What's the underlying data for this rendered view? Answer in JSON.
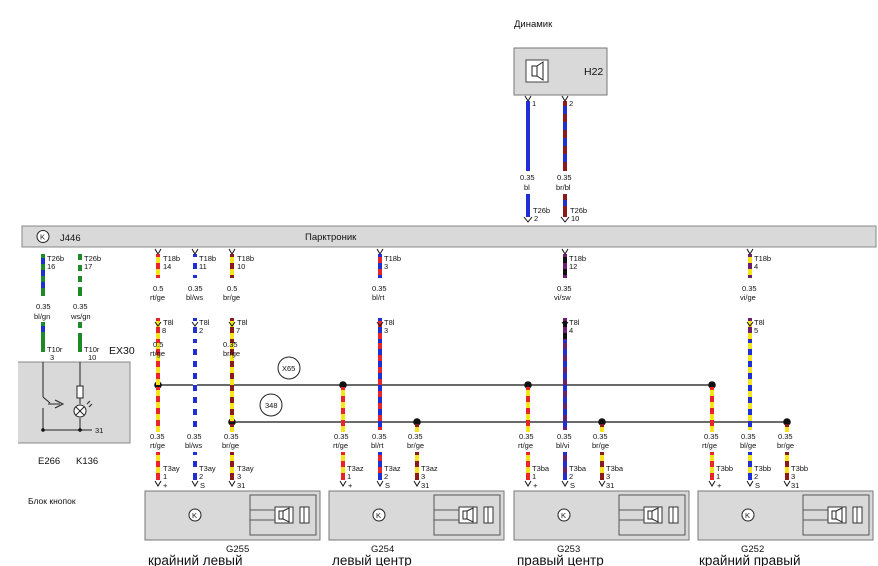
{
  "speaker": {
    "label": "Динамик",
    "id": "H22",
    "pin1": "1",
    "pin2": "2",
    "w1_size": "0.35",
    "w1_color": "bl",
    "w2_size": "0.35",
    "w2_color": "br/bl",
    "c1": "T26b",
    "c1p": "2",
    "c2": "T26b",
    "c2p": "10"
  },
  "bus": {
    "id": "J446",
    "label": "Парктроник"
  },
  "button_block": {
    "label": "Блок кнопок",
    "module_id": "EX30",
    "switch_id": "E266",
    "lamp_id": "K136",
    "ground_pin": "31",
    "w1": {
      "c_top": "T26b",
      "p_top": "16",
      "size": "0.35",
      "color": "bl/gn",
      "c_bot": "T10r",
      "p_bot": "3"
    },
    "w2": {
      "c_top": "T26b",
      "p_top": "17",
      "size": "0.35",
      "color": "ws/gn",
      "c_bot": "T10r",
      "p_bot": "10"
    }
  },
  "splices": [
    {
      "id": "X65"
    },
    {
      "id": "348"
    }
  ],
  "channels": [
    {
      "c18": "T18b",
      "p18": "14",
      "s1": "0.5",
      "c1": "rt/ge",
      "c8": "T8l",
      "p8": "8",
      "s2": "0.5",
      "c2": "rt/ge",
      "s3": "0.35",
      "c3": "rt/ge",
      "c3c": "T3ay",
      "p3": "1"
    },
    {
      "c18": "T18b",
      "p18": "11",
      "s1": "0.35",
      "c1": "bl/ws",
      "c8": "T8l",
      "p8": "2",
      "s3": "0.35",
      "c3": "bl/ws",
      "c3c": "T3ay",
      "p3": "2"
    },
    {
      "c18": "T18b",
      "p18": "10",
      "s1": "0.5",
      "c1": "br/ge",
      "c8": "T8l",
      "p8": "7",
      "s2": "0.35",
      "c2": "br/ge",
      "s3": "0.35",
      "c3": "br/ge",
      "c3c": "T3ay",
      "p3": "3"
    },
    {
      "s3": "0.35",
      "c3": "rt/ge",
      "c3c": "T3az",
      "p3": "1"
    },
    {
      "c18": "T18b",
      "p18": "3",
      "s1": "0.35",
      "c1": "bl/rt",
      "c8": "T8l",
      "p8": "3",
      "s3": "0.35",
      "c3": "bl/rt",
      "c3c": "T3az",
      "p3": "2"
    },
    {
      "s3": "0.35",
      "c3": "br/ge",
      "c3c": "T3az",
      "p3": "3"
    },
    {
      "s3": "0.35",
      "c3": "rt/ge",
      "c3c": "T3ba",
      "p3": "1"
    },
    {
      "c18": "T18b",
      "p18": "12",
      "s1": "0.35",
      "c1": "vi/sw",
      "c8": "T8l",
      "p8": "4",
      "s3": "0.35",
      "c3": "bl/vi",
      "c3c": "T3ba",
      "p3": "2"
    },
    {
      "s3": "0.35",
      "c3": "br/ge",
      "c3c": "T3ba",
      "p3": "3"
    },
    {
      "s3": "0.35",
      "c3": "rt/ge",
      "c3c": "T3bb",
      "p3": "1"
    },
    {
      "c18": "T18b",
      "p18": "4",
      "s1": "0.35",
      "c1": "vi/ge",
      "c8": "T8l",
      "p8": "5",
      "s3": "0.35",
      "c3": "bl/ge",
      "c3c": "T3bb",
      "p3": "2"
    },
    {
      "s3": "0.35",
      "c3": "br/ge",
      "c3c": "T3bb",
      "p3": "3"
    }
  ],
  "pin_signs": [
    "+",
    "S",
    "31"
  ],
  "sensors": [
    {
      "id": "G255",
      "name": "крайний левый"
    },
    {
      "id": "G254",
      "name": "левый центр"
    },
    {
      "id": "G253",
      "name": "правый центр"
    },
    {
      "id": "G252",
      "name": "крайний правый"
    }
  ],
  "colors": {
    "rt": "#e8232a",
    "ge": "#f5e51b",
    "bl": "#1f2fd6",
    "br": "#8b1a1a",
    "ws": "#ffffff",
    "gn": "#1e8a2a",
    "vi": "#6a1f6f",
    "sw": "#111111"
  }
}
